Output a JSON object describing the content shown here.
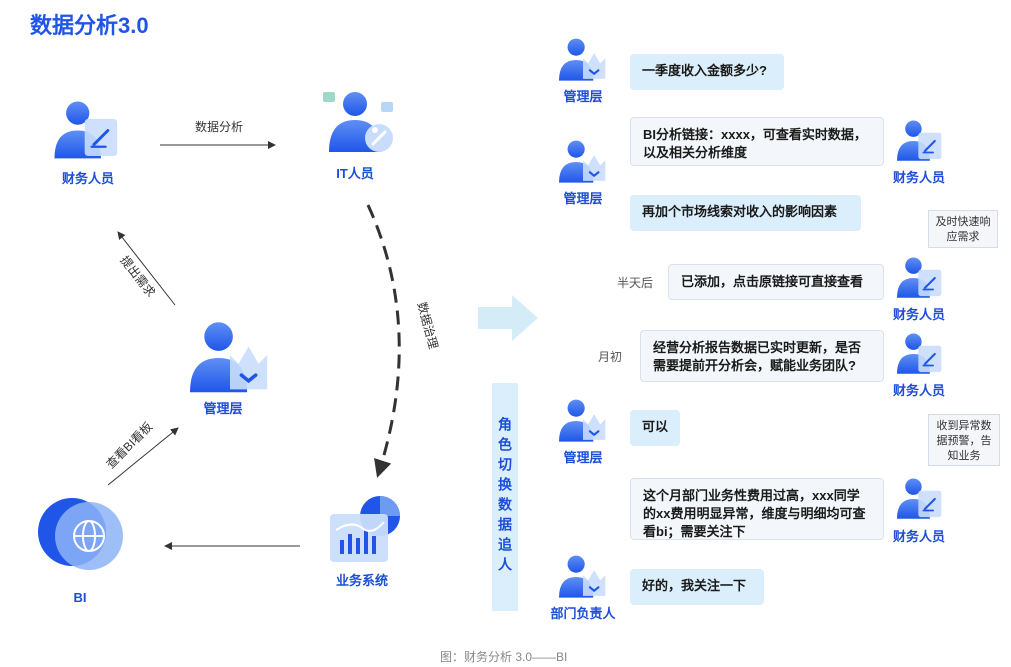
{
  "title": "数据分析3.0",
  "diagram": {
    "nodes": {
      "finance": "财务人员",
      "it": "IT人员",
      "manager": "管理层",
      "bi": "BI",
      "business_system": "业务系统"
    },
    "edges": {
      "data_analysis": "数据分析",
      "raise_request": "提出需求",
      "view_bi": "查看BI看板",
      "data_governance": "数据治理"
    }
  },
  "role_switch": "角色切换数据追人",
  "chat": {
    "roles": {
      "manager": "管理层",
      "finance": "财务人员",
      "dept_head": "部门负责人"
    },
    "messages": [
      "一季度收入金额多少?",
      "BI分析链接：xxxx，可查看实时数据，以及相关分析维度",
      "再加个市场线索对收入的影响因素",
      "已添加，点击原链接可直接查看",
      "经营分析报告数据已实时更新，是否需要提前开分析会，赋能业务团队?",
      "可以",
      "这个月部门业务性费用过高，xxx同学的xx费用明显异常，维度与明细均可查看bi；需要关注下",
      "好的，我关注一下"
    ],
    "times": {
      "half_day": "半天后",
      "month_start": "月初"
    },
    "notes": {
      "timely": "及时快速响应需求",
      "alert": "收到异常数据预警，告知业务"
    }
  },
  "caption": "图：财务分析 3.0——BI",
  "colors": {
    "accent": "#1f56e8",
    "bubble": "#dbeefb",
    "arrow_light": "#d3ecf8"
  }
}
